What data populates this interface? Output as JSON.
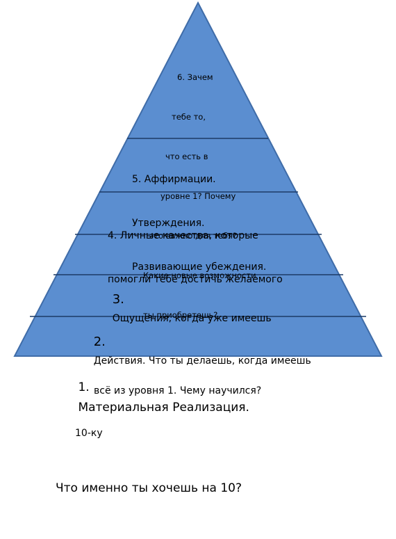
{
  "diagram": {
    "colors": {
      "fill": "#5b8ed0",
      "stroke": "#3f6ca8",
      "divider": "#1c3a66",
      "text": "#000000"
    },
    "levels": [
      {
        "id": "level-1",
        "number": "1.",
        "lines": [
          "Материальная Реализация.",
          "Что именно ты хочешь на 10?"
        ]
      },
      {
        "id": "level-2",
        "number": "2.",
        "lines": [
          "Действия. Что ты делаешь, когда имеешь",
          "10-ку"
        ]
      },
      {
        "id": "level-3",
        "number": "3.",
        "lines": [
          "Ощущения, когда уже имеешь",
          "всё из уровня 1. Чему научился?"
        ]
      },
      {
        "id": "level-4",
        "number": "",
        "lines": [
          "4. Личные качества, которые",
          "помогли тебе достичь желаемого"
        ]
      },
      {
        "id": "level-5",
        "number": "",
        "lines": [
          "5. Аффирмации.",
          "Утверждения.",
          "Развивающие убеждения."
        ]
      },
      {
        "id": "level-6",
        "number": "",
        "lines": [
          "6. Зачем",
          "тебе то,",
          "что есть в",
          "уровне 1? Почему",
          "это важно для тебя?",
          "Какие новые возможности",
          "ты приобретешь?"
        ]
      }
    ]
  }
}
